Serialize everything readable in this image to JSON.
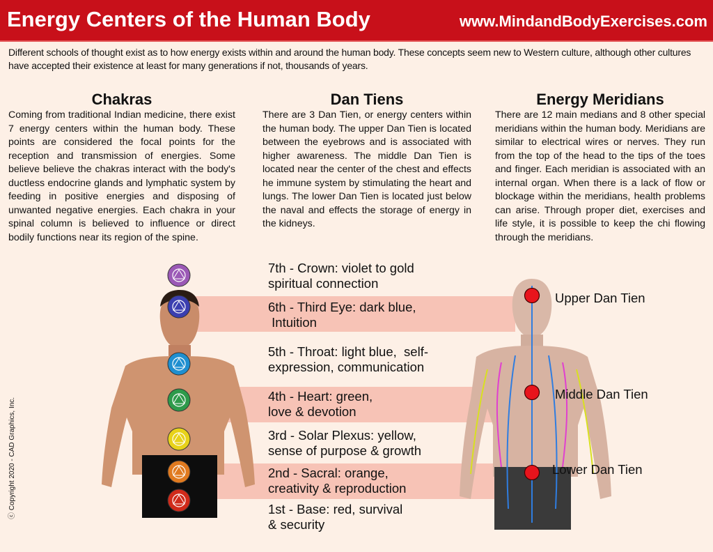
{
  "header": {
    "title": "Energy Centers of the Human Body",
    "url": "www.MindandBodyExercises.com"
  },
  "intro": "Different schools of thought exist as to how energy exists within and around the human body.  These concepts seem new to Western culture, although other cultures have accepted their existence at least for many generations if not, thousands of years.",
  "columns": [
    {
      "title": "Chakras",
      "text": "Coming from traditional Indian medicine, there exist 7 energy centers within the human body. These points are considered the focal points for the reception and transmission of energies. Some believe believe the chakras interact with the body's ductless endocrine glands and lymphatic system by feeding in positive energies and disposing of unwanted negative energies. Each chakra in your spinal column is believed to influence or direct bodily functions near its region of the spine."
    },
    {
      "title": "Dan Tiens",
      "text": "There are 3 Dan Tien, or energy centers within the human body. The upper Dan Tien is located between the eyebrows and is associated with higher awareness. The middle Dan Tien is located near the center of the chest and effects he immune system by stimulating the heart and lungs. The lower Dan Tien is located just below the naval and effects the storage of energy in the kidneys."
    },
    {
      "title": "Energy Meridians",
      "text": "There are 12 main medians and 8 other special meridians within the human body. Meridians are similar to electrical wires or nerves.  They run from the top of the head to the tips of the toes and finger.  Each meridian is associated with an internal organ. When there is a lack of flow or blockage within the meridians, health problems can arise. Through proper diet, exercises and life style, it is possible to keep the chi flowing through the meridians."
    }
  ],
  "chakras": [
    {
      "label": "7th - Crown: violet to gold\nspiritual connection",
      "color": "#9b59b6"
    },
    {
      "label": "6th - Third Eye: dark blue,\n Intuition",
      "color": "#3b3fb0"
    },
    {
      "label": "5th - Throat: light blue,  self-\nexpression, communication",
      "color": "#1f8fd0"
    },
    {
      "label": "4th - Heart: green,\nlove & devotion",
      "color": "#2e9a4a"
    },
    {
      "label": "3rd - Solar Plexus: yellow,\nsense of purpose & growth",
      "color": "#e8d21a"
    },
    {
      "label": "2nd - Sacral: orange,\ncreativity & reproduction",
      "color": "#e07a1f"
    },
    {
      "label": "1st - Base: red, survival\n& security",
      "color": "#d02a1a"
    }
  ],
  "dan_tiens": [
    "Upper Dan Tien",
    "Middle Dan Tien",
    "Lower Dan Tien"
  ],
  "copyright": "ⓒ Copyright 2020 - CAD Graphics, Inc."
}
